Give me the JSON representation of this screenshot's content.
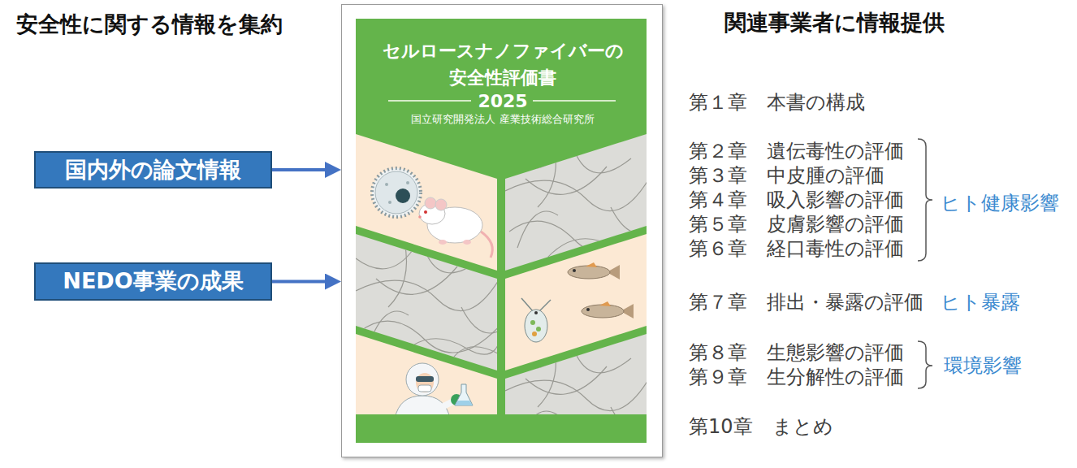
{
  "diagram": {
    "nodes": [
      {
        "text": [
          "国内外の論文情報"
        ]
      },
      {
        "text": [
          "NEDO事業の成果"
        ]
      },
      {
        "text": [
          "セルロースナノファイバーの 安全性評価書",
          "2025",
          "国立研究開発法人 産業技術総合研究所"
        ]
      }
    ],
    "edges": [
      {
        "from": 0,
        "to": 2,
        "arrow": "to"
      },
      {
        "from": 1,
        "to": 2,
        "arrow": "to"
      }
    ],
    "labels": [
      "安全性に関する情報を集約",
      "関連事業者に情報提供",
      "第１章　本書の構成",
      "第２章　遺伝毒性の評価",
      "第３章　中皮腫の評価",
      "第４章　吸入影響の評価",
      "第５章　皮膚影響の評価",
      "第６章　経口毒性の評価",
      "ヒト健康影響",
      "第７章　排出・暴露の評価",
      "ヒト暴露",
      "第８章　生態影響の評価",
      "第９章　生分解性の評価",
      "環境影響",
      "第10章　まとめ"
    ]
  }
}
